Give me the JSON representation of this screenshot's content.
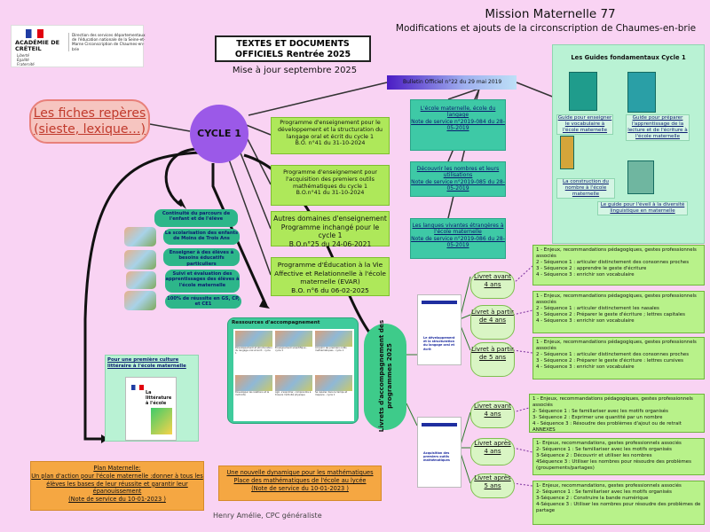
{
  "logo": {
    "academie": "ACADÉMIE DE CRÉTEIL",
    "motto": [
      "Liberté",
      "Égalité",
      "Fraternité"
    ],
    "direction": "Direction des services départementaux de l'éducation nationale de la Seine-et-Marne Circonscription de Chaumes-en-brie"
  },
  "header": {
    "mission": "Mission Maternelle 77",
    "modifications": "Modifications et ajouts de la circonscription de Chaumes-en-brie",
    "textes_line1": "TEXTES ET DOCUMENTS",
    "textes_line2": "OFFICIELS  Rentrée 2025",
    "mise_a_jour": "Mise à jour septembre 2025"
  },
  "fiches": {
    "line1": "Les fiches repères",
    "line2": "(sieste, lexique…)"
  },
  "cycle": {
    "label": "CYCLE 1"
  },
  "bulletin": "Bulletin Officiel n°22 du 29 mai 2019",
  "programmes": [
    {
      "text": "Programme d'enseignement pour le développement et la structuration du langage oral et écrit du cycle 1",
      "ref": "B.O. n°41 du 31-10-2024"
    },
    {
      "text": "Programme d'enseignement pour l'acquisition des premiers outils mathématiques du cycle 1",
      "ref": "B.O.n°41 du 31-10-2024"
    },
    {
      "text": "Autres domaines d'enseignement Programme inchangé pour le cycle 1",
      "ref": "B.O.n°25 du 24-06-2021"
    },
    {
      "text": "Programme d'Éducation à la Vie Affective et Relationnelle à l'école maternelle (EVAR)",
      "ref": "B.O. n°6 du 06-02-2025"
    }
  ],
  "notes_service": [
    {
      "title": "L'école maternelle, école du langage",
      "ref": "Note de service n°2019-084 du 28-05-2019"
    },
    {
      "title": "Découvrir les nombres et leurs utilisations",
      "ref": "Note de service n°2019-085 du 28-05-2019"
    },
    {
      "title": "Les langues vivantes étrangères à l'école maternelle",
      "ref": "Note de service n°2019-086 du 28-05-2019"
    }
  ],
  "guides": {
    "title": "Les Guides fondamentaux Cycle 1",
    "links": [
      "Guide pour enseigner le vocabulaire à l'école maternelle",
      "Guide pour préparer l'apprentissage de la lecture et de l'écriture à l'école maternelle",
      "La construction du nombre à l'école maternelle",
      "Le guide pour l'éveil à la diversité linguistique en maternelle"
    ]
  },
  "continuite": [
    "Continuité du parcours de l'enfant et de l'élève",
    "La scolarisation des enfants de Moins de Trois Ans",
    "Enseigner à des élèves à besoins éducatifs particuliers",
    "Suivi et évaluation des apprentissages des élèves à l'école maternelle",
    "100% de réussite en GS, CP, et CE1"
  ],
  "ressources": {
    "title": "Ressources d'accompagnement",
    "items": [
      "Développement et structuration du langage oral et écrit - cycle 1",
      "Enseignement scientifique - cycle 1",
      "Acquérir les premiers outils mathématiques - cycle 1",
      "Développer les relations et la motricité",
      "Agir, s'exprimer, comprendre à travers l'activité physique",
      "Se repérer dans le temps et l'espace - cycle 1"
    ]
  },
  "culture": {
    "title": "Pour une première culture littéraire à l'école maternelle",
    "doc_title": "La littérature à l'école"
  },
  "livrets": {
    "label": "Livrets d'accompagnement des programmes 2025",
    "cover1": "Le développement et la structuration du langage oral et écrit",
    "cover2": "Acquisition des premiers outils mathématiques"
  },
  "levels": [
    {
      "label": "Livret avant 4 ans",
      "items": [
        "1 - Enjeux, recommandations pédagogiques, gestes professionnels associés",
        "2 - Séquence 1 : articuler distinctement des consonnes proches",
        "3 - Séquence 2 : apprendre le geste d'écriture",
        "4 - Séquence 3 : enrichir son vocabulaire"
      ]
    },
    {
      "label": "Livret à partir de 4 ans",
      "items": [
        "1 - Enjeux, recommandations pédagogiques, gestes professionnels associés",
        "2 - Séquence 1 : articuler distinctement les nasales",
        "3 - Séquence 2 : Préparer le geste d'écriture ; lettres capitales",
        "4 - Séquence 3 : enrichir son vocabulaire"
      ]
    },
    {
      "label": "Livret à partir de 5 ans",
      "items": [
        "1 - Enjeux, recommandations pédagogiques, gestes professionnels associés",
        "2 - Séquence 1 : articuler distinctement des consonnes proches",
        "3 - Séquence 2 : Préparer le geste d'écriture : lettres cursives",
        "4 - Séquence 3 : enrichir son vocabulaire"
      ]
    },
    {
      "label": "Livret avant 4 ans",
      "items": [
        "1 - Enjeux, recommandations pédagogiques, gestes professionnels associés",
        "2- Séquence 1 : Se familiariser avec les motifs organisés",
        "3- Séquence 2 : Exprimer une quantité par un nombre",
        "4 - Séquence 3 : Résoudre des problèmes d'ajout ou de retrait",
        "ANNEXES"
      ]
    },
    {
      "label": "Livret après 4 ans",
      "items": [
        "1- Enjeux, recommandations, gestes professionnels associés",
        "2- Séquence 1 : Se familiariser avec les motifs organisés",
        "3-Séquence 2 : Découvrir et utiliser les nombres",
        "4Séquence 3 : Utiliser les nombres pour résoudre des problèmes (groupements/partages)"
      ]
    },
    {
      "label": "Livret après 5 ans",
      "items": [
        "1- Enjeux, recommandations, gestes professionnels associés",
        "2- Séquence 1 : Se familiariser avec les motifs organisés",
        "3-Séquence 2 : Construire la bande numérique",
        "4-Séquence 3 : Utiliser les nombres pour résoudre des problèmes de partage"
      ]
    }
  ],
  "plan": {
    "title": "Plan Maternelle:",
    "text": "Un plan d'action pour l'école maternelle :donner à tous les élèves les bases de leur réussite et garantir leur épanouissement",
    "ref": "(Note de service du 10-01-2023 )"
  },
  "dynamique": {
    "line1": "Une nouvelle dynamique pour les mathématiques",
    "line2": "Place des mathématiques de l'école au lycée",
    "ref": "(Note de service du 10-01-2023 )"
  },
  "author": "Henry Amélie, CPC généraliste"
}
